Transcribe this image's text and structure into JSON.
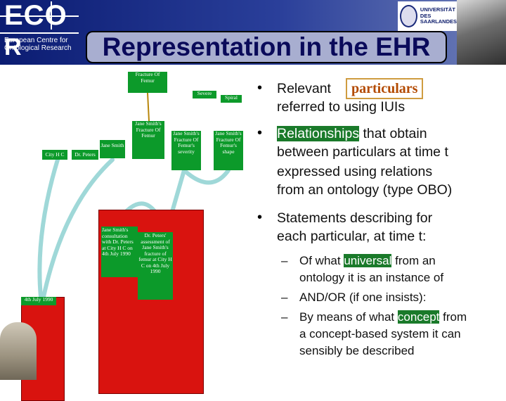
{
  "header": {
    "logo_eco": "ECO",
    "logo_r": "R",
    "centre_name": "European Centre for Ontological Research",
    "title": "Representation in the EHR",
    "university": [
      "UNIVERSITÄT",
      "DES",
      "SAARLANDES"
    ]
  },
  "diagram": {
    "fracture": "Fracture Of Femur",
    "severe": "Severe",
    "spiral": "Spiral",
    "jane_fracture": "Jane Smith's Fracture Of Femur",
    "severity": "Jane Smith's Fracture Of Femur's severity",
    "shape": "Jane Smith's Fracture Of Femur's shape",
    "city_hc": "City H C",
    "dr_peters": "Dr. Peters",
    "jane_smith": "Jane Smith",
    "consultation": "Jane Smith's consultation with Dr. Peters at City H C on 4th July 1990",
    "assessment": "Dr. Peters' assessment of Jane Smith's fracture of femur at City H C on 4th July 1990",
    "date": "4th July 1990"
  },
  "bullets": {
    "b1_pre": "Relevant",
    "b1_particulars": "particulars",
    "b1_line2": "referred to using IUIs",
    "b2_hl": "Relationships",
    "b2_rest": "that obtain",
    "b2_line2": "between particulars at time t",
    "b2_line3": "expressed using relations",
    "b2_line4": "from an ontology (type OBO)",
    "b3_line1": "Statements describing for",
    "b3_line2": "each particular, at time t:",
    "s1_pre": "Of what",
    "s1_hl": "universal",
    "s1_post": "from an",
    "s1_line2": "ontology it is an instance of",
    "s2": "AND/OR (if one insists):",
    "s3_pre": "By means of what",
    "s3_hl": "concept",
    "s3_post": "from",
    "s3_line2": "a concept-based system it can",
    "s3_line3": "sensibly be described"
  }
}
